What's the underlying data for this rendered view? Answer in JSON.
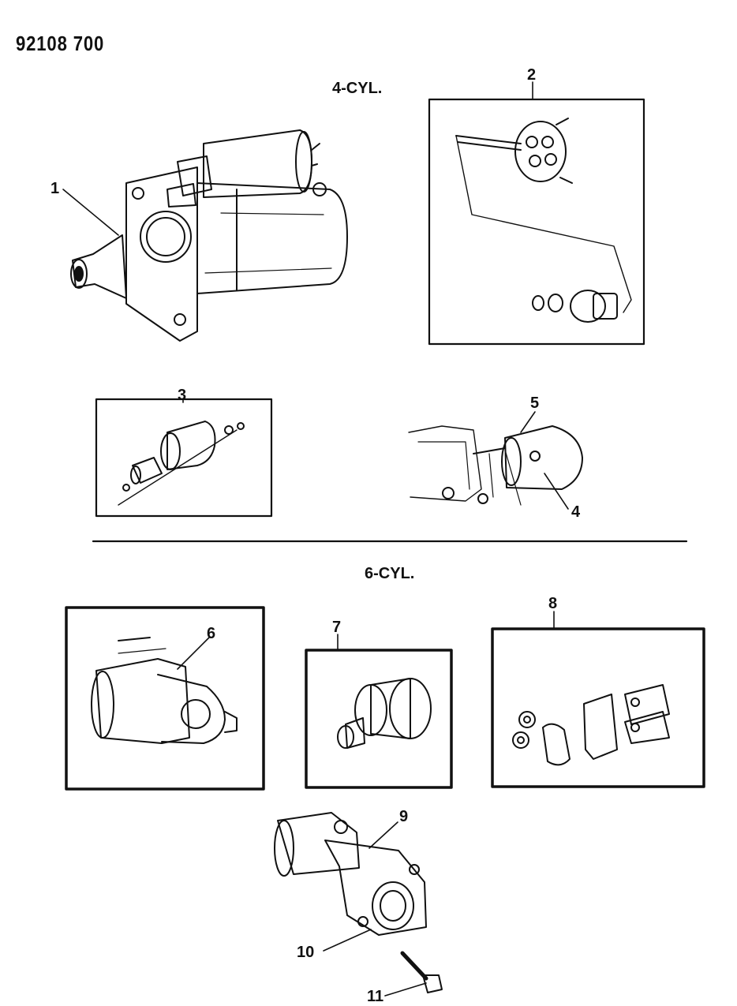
{
  "doc": {
    "number": "92108 700"
  },
  "sections": {
    "four_cyl": "4-CYL.",
    "six_cyl": "6-CYL."
  },
  "callouts": [
    "1",
    "2",
    "3",
    "4",
    "5",
    "6",
    "7",
    "8",
    "9",
    "10",
    "11"
  ]
}
